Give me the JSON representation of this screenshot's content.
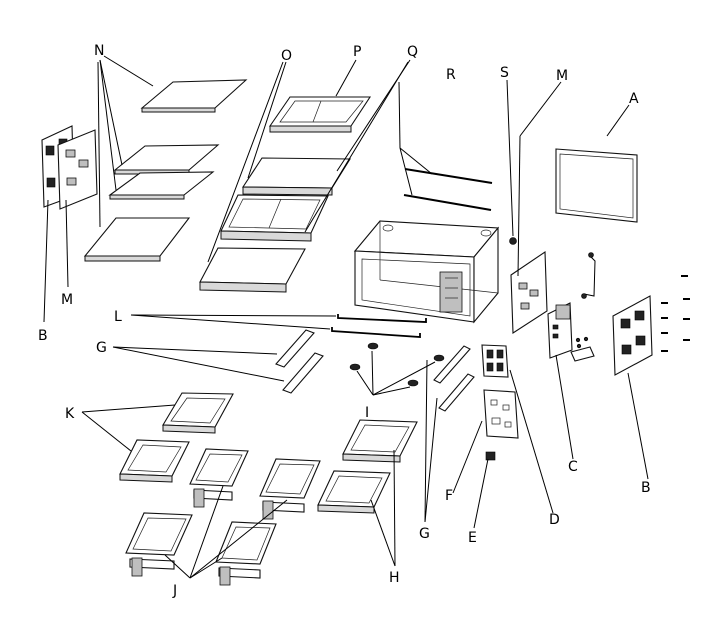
{
  "labels": {
    "A": "A",
    "B_left": "B",
    "B_right": "B",
    "C": "C",
    "D": "D",
    "E": "E",
    "F": "F",
    "G_left": "G",
    "G_right": "G",
    "H": "H",
    "I": "I",
    "J": "J",
    "K": "K",
    "L": "L",
    "M_left": "M",
    "M_right": "M",
    "N": "N",
    "O": "O",
    "P": "P",
    "Q": "Q",
    "R": "R",
    "S": "S"
  }
}
